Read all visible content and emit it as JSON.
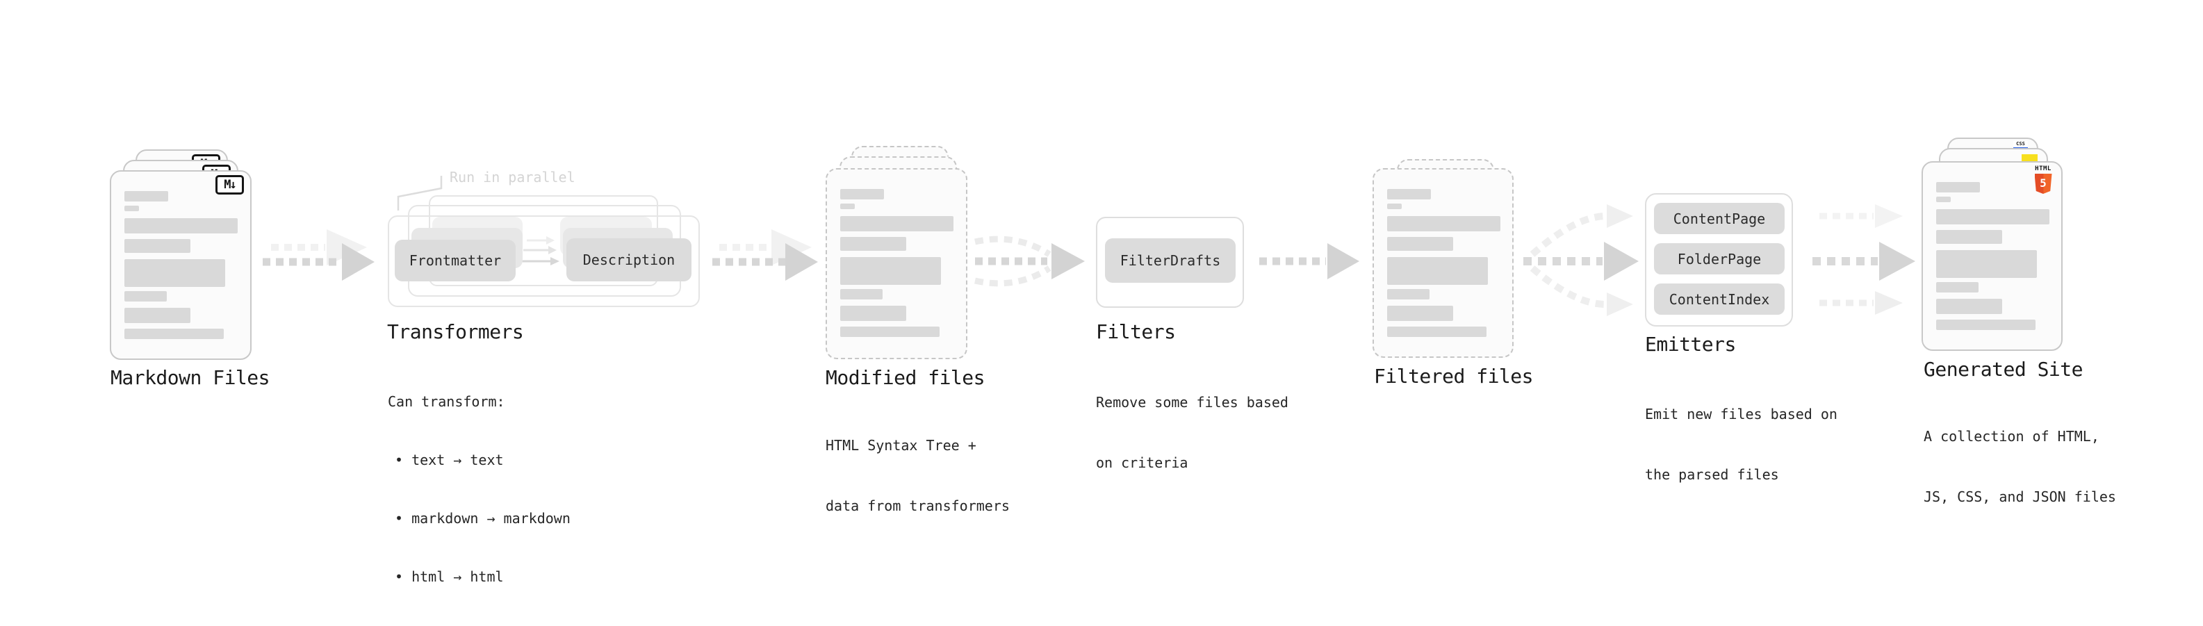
{
  "nodes": {
    "markdown_files": {
      "label": "Markdown Files",
      "badge": "M↓"
    },
    "transformers": {
      "label": "Transformers",
      "annotation": "Run in parallel",
      "buttons": [
        "Frontmatter",
        "Description"
      ],
      "caption_title": "Can transform:",
      "bullets": [
        "• text → text",
        "• markdown → markdown",
        "• html → html"
      ]
    },
    "modified_files": {
      "label": "Modified files",
      "caption_line1": "HTML Syntax Tree +",
      "caption_line2": "data from transformers"
    },
    "filters": {
      "label": "Filters",
      "buttons": [
        "FilterDrafts"
      ],
      "caption_line1": "Remove some files based",
      "caption_line2": "on criteria"
    },
    "filtered_files": {
      "label": "Filtered files"
    },
    "emitters": {
      "label": "Emitters",
      "buttons": [
        "ContentPage",
        "FolderPage",
        "ContentIndex"
      ],
      "caption_line1": "Emit new files based on",
      "caption_line2": "the parsed files"
    },
    "generated_site": {
      "label": "Generated Site",
      "caption_line1": "A collection of HTML,",
      "caption_line2": "JS, CSS, and JSON files",
      "badges": {
        "css": "CSS",
        "html_word": "HTML",
        "html_number": "5"
      }
    }
  },
  "colors": {
    "arrow_main": "#d6d6d6",
    "arrow_ghost": "#f0f0f0",
    "html5_orange": "#e44d26",
    "js_yellow": "#f7df1e",
    "css_blue": "#2862e9"
  }
}
